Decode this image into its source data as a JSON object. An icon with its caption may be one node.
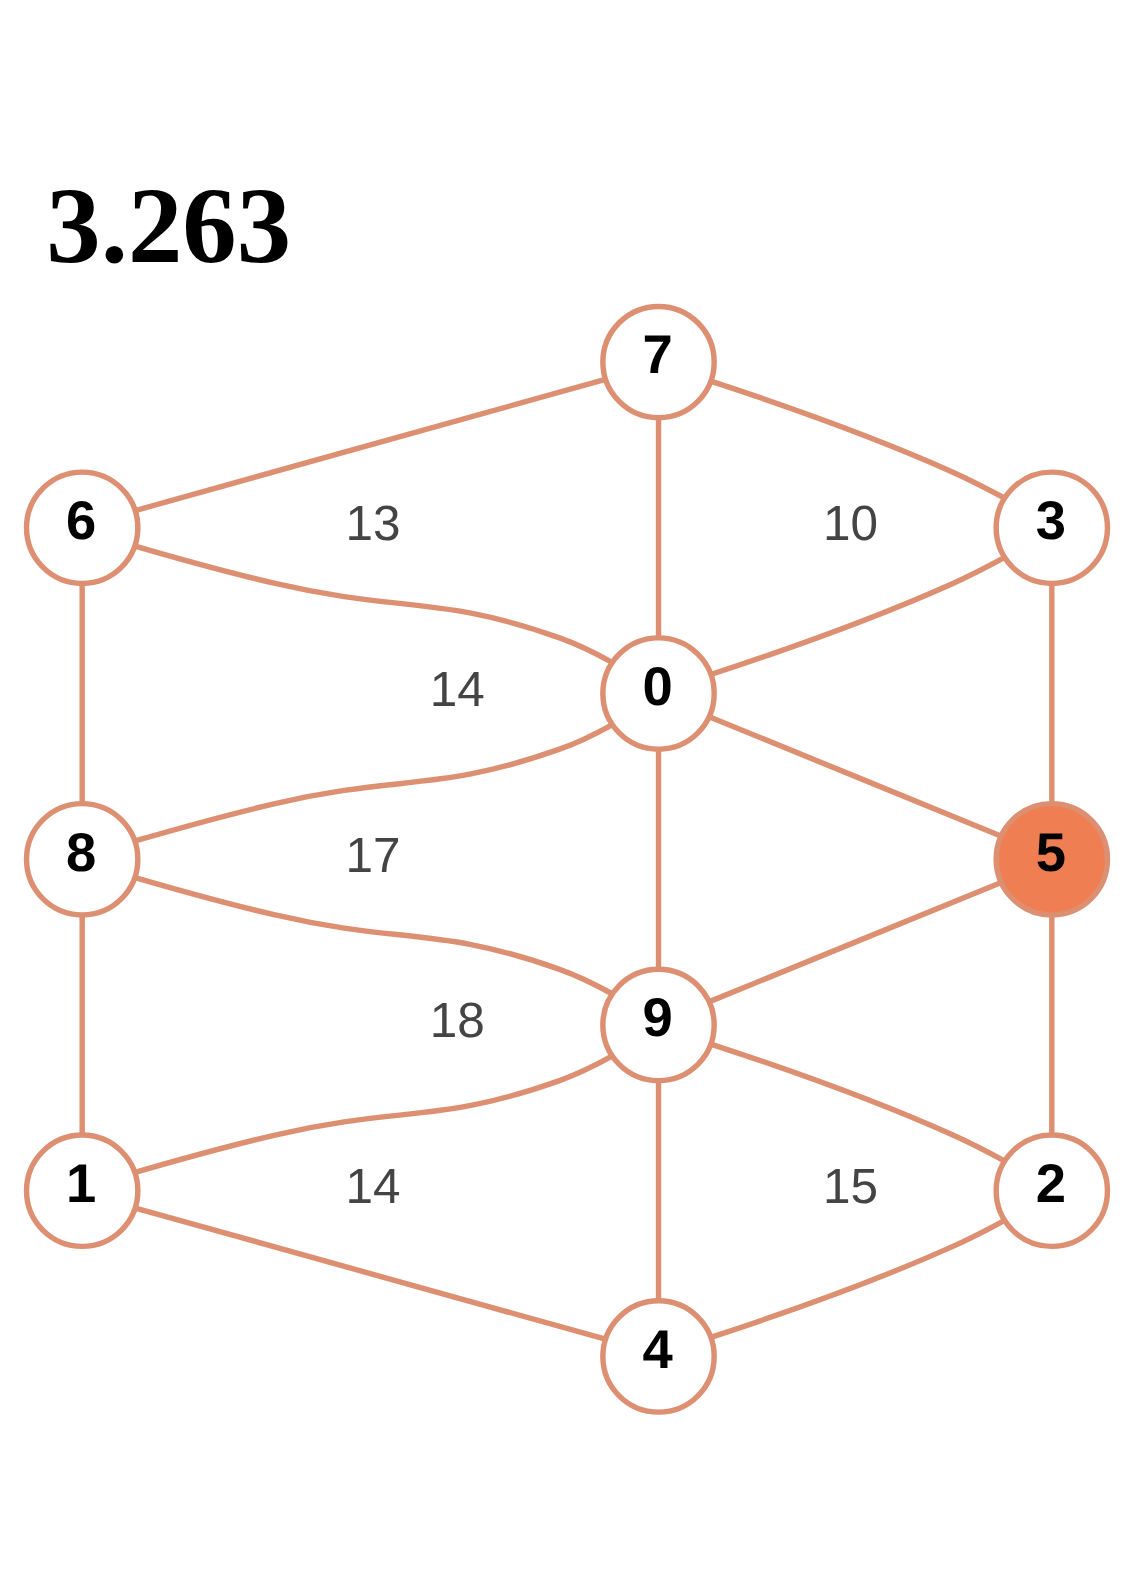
{
  "diagram": {
    "title": "3.263",
    "nodes": [
      {
        "text": [
          "7"
        ]
      },
      {
        "text": [
          "6"
        ]
      },
      {
        "text": [
          "3"
        ]
      },
      {
        "text": [
          "0"
        ]
      },
      {
        "text": [
          "8"
        ]
      },
      {
        "text": [
          "5"
        ]
      },
      {
        "text": [
          "9"
        ]
      },
      {
        "text": [
          "1"
        ]
      },
      {
        "text": [
          "2"
        ]
      },
      {
        "text": [
          "4"
        ]
      }
    ],
    "edges": [
      {
        "from": 0,
        "to": 1,
        "arrow": "none"
      },
      {
        "from": 0,
        "to": 2,
        "arrow": "none"
      },
      {
        "from": 0,
        "to": 3,
        "arrow": "none"
      },
      {
        "from": 1,
        "to": 3,
        "arrow": "none"
      },
      {
        "from": 2,
        "to": 3,
        "arrow": "none"
      },
      {
        "from": 1,
        "to": 4,
        "arrow": "none"
      },
      {
        "from": 2,
        "to": 5,
        "arrow": "none"
      },
      {
        "from": 3,
        "to": 4,
        "arrow": "none"
      },
      {
        "from": 3,
        "to": 5,
        "arrow": "none"
      },
      {
        "from": 3,
        "to": 6,
        "arrow": "none"
      },
      {
        "from": 4,
        "to": 6,
        "arrow": "none"
      },
      {
        "from": 5,
        "to": 6,
        "arrow": "none"
      },
      {
        "from": 4,
        "to": 7,
        "arrow": "none"
      },
      {
        "from": 5,
        "to": 8,
        "arrow": "none"
      },
      {
        "from": 6,
        "to": 7,
        "arrow": "none"
      },
      {
        "from": 6,
        "to": 8,
        "arrow": "none"
      },
      {
        "from": 6,
        "to": 9,
        "arrow": "none"
      },
      {
        "from": 7,
        "to": 9,
        "arrow": "none"
      },
      {
        "from": 8,
        "to": 9,
        "arrow": "none"
      }
    ],
    "labels": [
      "13",
      "10",
      "14",
      "17",
      "18",
      "14",
      "15"
    ]
  }
}
